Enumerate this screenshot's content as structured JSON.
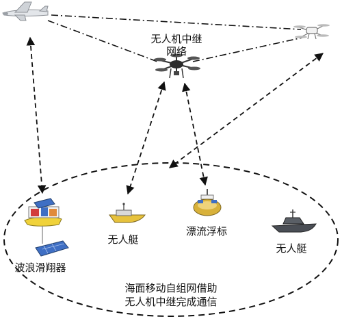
{
  "labels": {
    "relay_network_line1": "无人机中继",
    "relay_network_line2": "网络",
    "usv_left": "无人艇",
    "buoy": "漂流浮标",
    "usv_right": "无人艇",
    "wave_glider": "波浪滑翔器",
    "caption_line1": "海面移动自组网借助",
    "caption_line2": "无人机中继完成通信"
  },
  "colors": {
    "line": "#111111",
    "uav_body": "#e3e6ea",
    "drone_dark": "#333333",
    "usv_hull": "#e7c23c",
    "buoy_gold": "#d8b13a",
    "usv_dark_hull": "#4a4e55",
    "solar_panel": "#3f6fc4",
    "glider_yellow": "#f0d23a",
    "glider_red": "#d23c3c"
  },
  "icons": [
    "fixed-wing-uav-icon",
    "quadcopter-icon",
    "relay-hexacopter-icon",
    "unmanned-boat-icon",
    "drifting-buoy-icon",
    "patrol-boat-icon",
    "wave-glider-icon"
  ]
}
